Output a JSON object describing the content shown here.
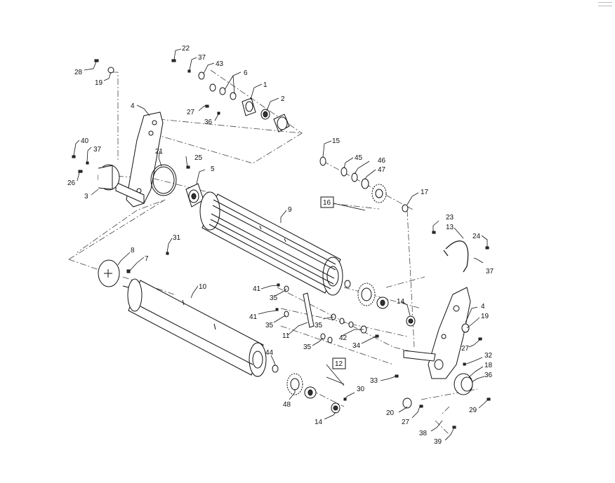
{
  "callouts": [
    {
      "id": "c-22",
      "text": "22"
    },
    {
      "id": "c-37a",
      "text": "37"
    },
    {
      "id": "c-43",
      "text": "43"
    },
    {
      "id": "c-6",
      "text": "6"
    },
    {
      "id": "c-1",
      "text": "1"
    },
    {
      "id": "c-2",
      "text": "2"
    },
    {
      "id": "c-28",
      "text": "28"
    },
    {
      "id": "c-19a",
      "text": "19"
    },
    {
      "id": "c-4a",
      "text": "4"
    },
    {
      "id": "c-27a",
      "text": "27"
    },
    {
      "id": "c-36a",
      "text": "36"
    },
    {
      "id": "c-40",
      "text": "40"
    },
    {
      "id": "c-37b",
      "text": "37"
    },
    {
      "id": "c-21",
      "text": "21"
    },
    {
      "id": "c-25",
      "text": "25"
    },
    {
      "id": "c-5",
      "text": "5"
    },
    {
      "id": "c-26",
      "text": "26"
    },
    {
      "id": "c-3",
      "text": "3"
    },
    {
      "id": "c-15",
      "text": "15"
    },
    {
      "id": "c-45",
      "text": "45"
    },
    {
      "id": "c-46",
      "text": "46"
    },
    {
      "id": "c-47",
      "text": "47"
    },
    {
      "id": "c-16",
      "text": "16"
    },
    {
      "id": "c-17",
      "text": "17"
    },
    {
      "id": "c-9",
      "text": "9"
    },
    {
      "id": "c-23",
      "text": "23"
    },
    {
      "id": "c-13",
      "text": "13"
    },
    {
      "id": "c-24",
      "text": "24"
    },
    {
      "id": "c-37c",
      "text": "37"
    },
    {
      "id": "c-31",
      "text": "31"
    },
    {
      "id": "c-8",
      "text": "8"
    },
    {
      "id": "c-7",
      "text": "7"
    },
    {
      "id": "c-10",
      "text": "10"
    },
    {
      "id": "c-41a",
      "text": "41"
    },
    {
      "id": "c-35a",
      "text": "35"
    },
    {
      "id": "c-41b",
      "text": "41"
    },
    {
      "id": "c-35b",
      "text": "35"
    },
    {
      "id": "c-35c",
      "text": "35"
    },
    {
      "id": "c-11",
      "text": "11"
    },
    {
      "id": "c-42",
      "text": "42"
    },
    {
      "id": "c-34",
      "text": "34"
    },
    {
      "id": "c-35d",
      "text": "35"
    },
    {
      "id": "c-14a",
      "text": "14"
    },
    {
      "id": "c-4b",
      "text": "4"
    },
    {
      "id": "c-19b",
      "text": "19"
    },
    {
      "id": "c-27b",
      "text": "27"
    },
    {
      "id": "c-32",
      "text": "32"
    },
    {
      "id": "c-18",
      "text": "18"
    },
    {
      "id": "c-36b",
      "text": "36"
    },
    {
      "id": "c-44",
      "text": "44"
    },
    {
      "id": "c-12",
      "text": "12"
    },
    {
      "id": "c-33",
      "text": "33"
    },
    {
      "id": "c-30",
      "text": "30"
    },
    {
      "id": "c-48",
      "text": "48"
    },
    {
      "id": "c-14b",
      "text": "14"
    },
    {
      "id": "c-20",
      "text": "20"
    },
    {
      "id": "c-27c",
      "text": "27"
    },
    {
      "id": "c-29",
      "text": "29"
    },
    {
      "id": "c-38",
      "text": "38"
    },
    {
      "id": "c-39",
      "text": "39"
    }
  ],
  "boxed_callouts": [
    {
      "id": "b-16",
      "text": "16"
    },
    {
      "id": "b-12",
      "text": "12"
    }
  ]
}
